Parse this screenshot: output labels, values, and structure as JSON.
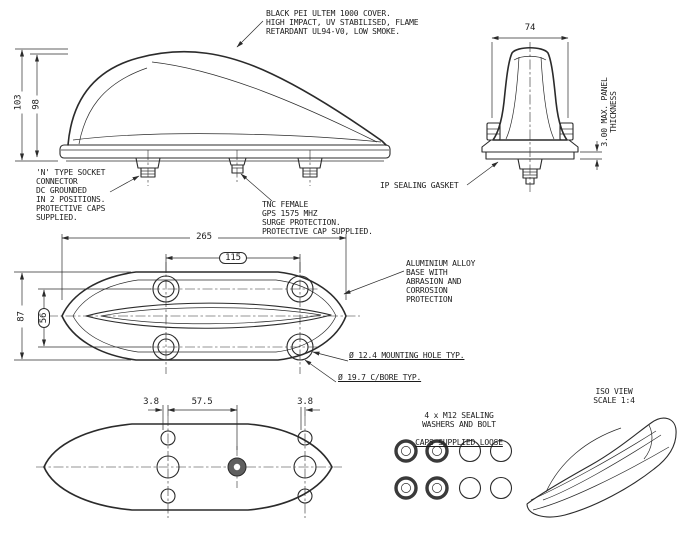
{
  "notes": {
    "cover": "BLACK PEI ULTEM 1000 COVER.\nHIGH IMPACT, UV STABILISED, FLAME\nRETARDANT UL94-V0, LOW SMOKE.",
    "n_socket": "'N' TYPE SOCKET\nCONNECTOR\nDC GROUNDED\nIN 2 POSITIONS.\nPROTECTIVE CAPS\nSUPPLIED.",
    "tnc": "TNC FEMALE\nGPS 1575 MHZ\nSURGE PROTECTION.\nPROTECTIVE CAP SUPPLIED.",
    "ip_gasket": "IP SEALING GASKET",
    "alloy_base": "ALUMINIUM ALLOY\nBASE WITH\nABRASION AND\nCORROSION\nPROTECTION",
    "washers_line1": "4 x M12 SEALING\nWASHERS AND BOLT",
    "washers_line2": "CAPS SUPPLIED LOOSE"
  },
  "dimensions": {
    "side_height_total": "103",
    "side_height_cover": "98",
    "front_width": "74",
    "front_panel_note": "3.00 MAX. PANEL\nTHICKNESS",
    "plan_length": "265",
    "plan_hole_pitch_x": "115",
    "plan_width": "87",
    "plan_hole_pitch_y": "56",
    "plan_hole_note": "Ø 12.4 MOUNTING HOLE TYP.",
    "plan_cbore_note": "Ø 19.7 C/BORE TYP.",
    "bottom_offset_left": "3.8",
    "bottom_pitch": "57.5",
    "bottom_offset_right": "3.8"
  },
  "iso": {
    "label": "ISO VIEW\nSCALE 1:4"
  },
  "colors": {
    "line": "#2b2b2b",
    "text": "#1c1c1c",
    "background": "#ffffff",
    "tnc_hole_fill": "#5f5f5f"
  }
}
